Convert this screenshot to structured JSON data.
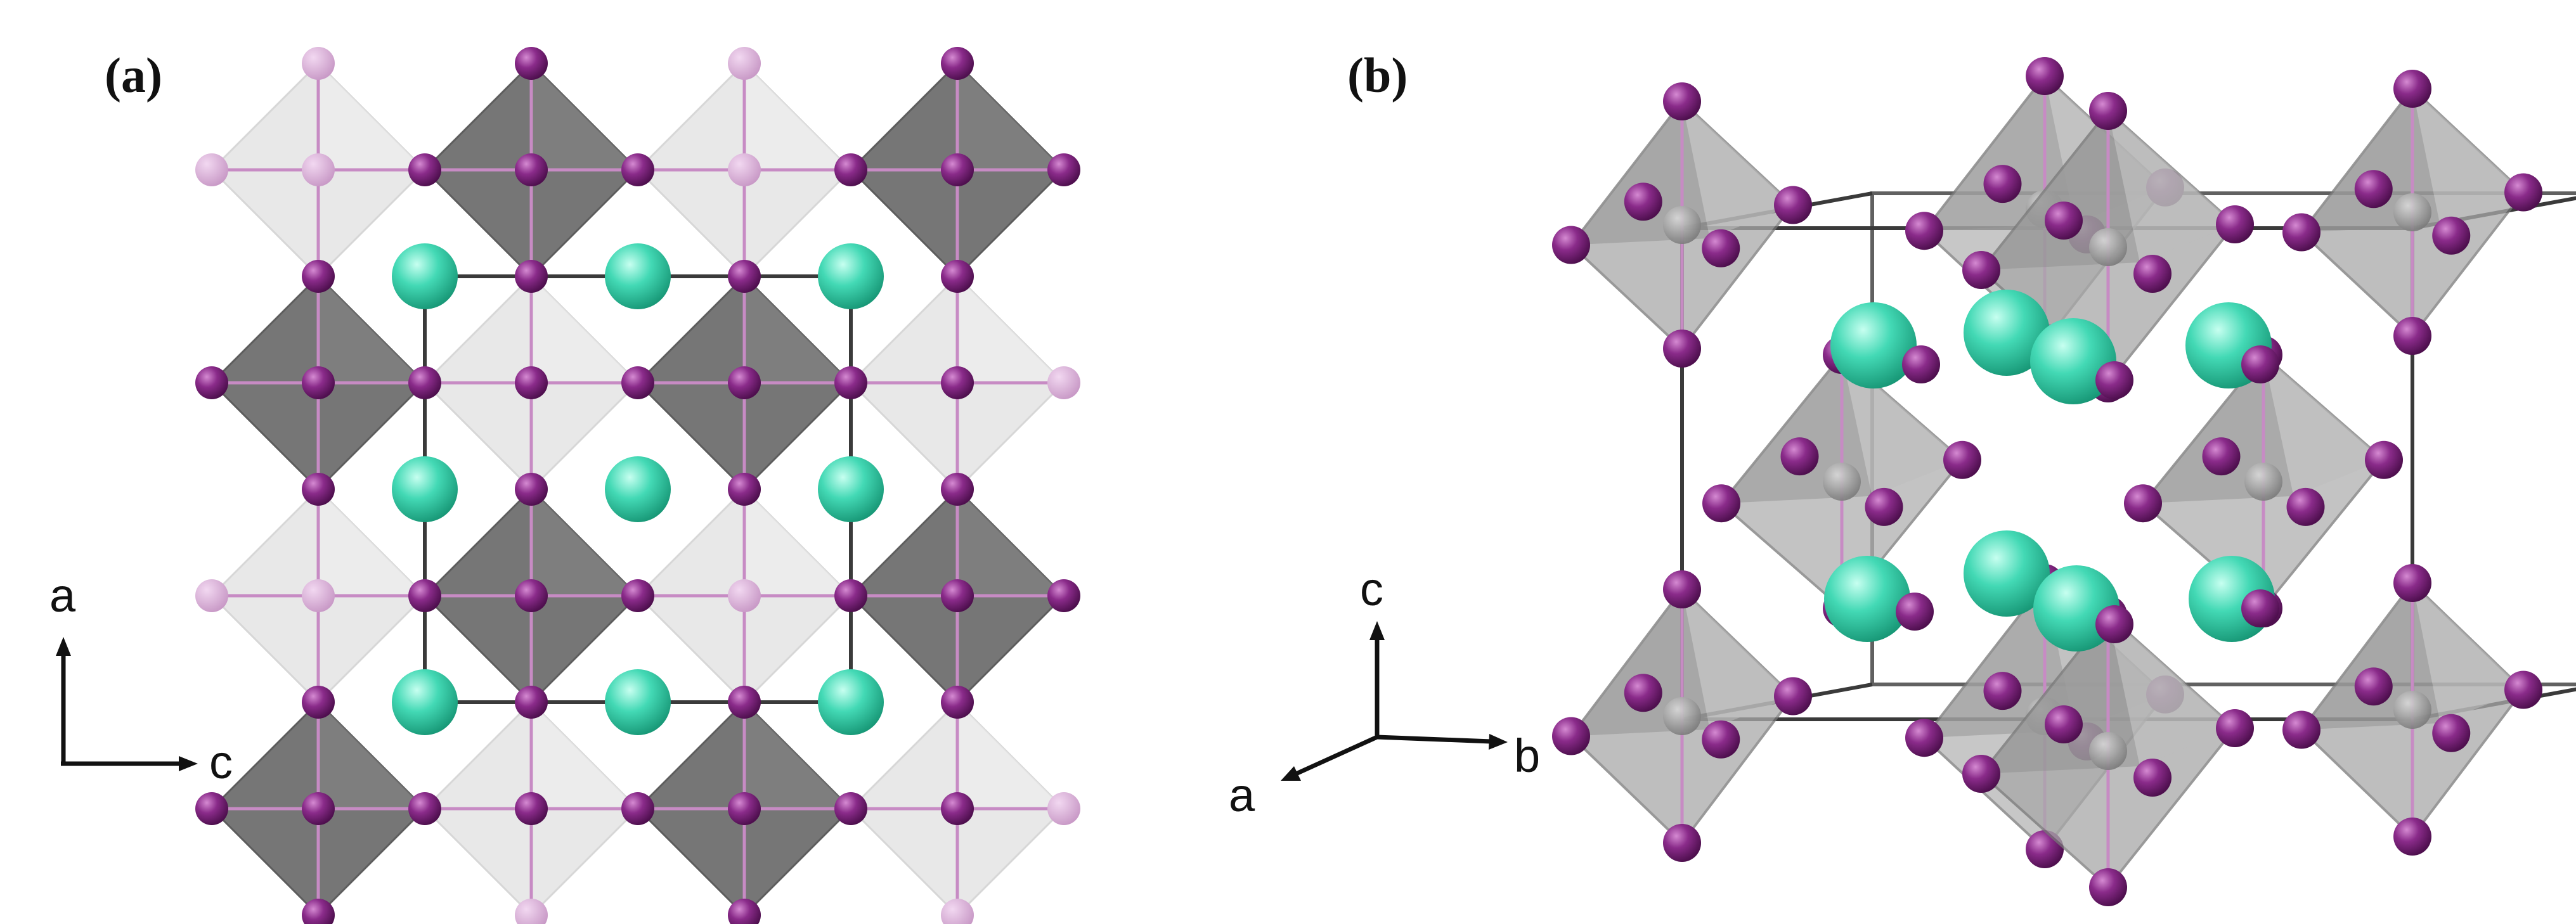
{
  "panels": [
    {
      "label": "(a)"
    },
    {
      "label": "(b)"
    }
  ],
  "axes_a": {
    "vertical": "a",
    "horizontal": "c"
  },
  "axes_b": {
    "up": "c",
    "left": "a",
    "right": "b"
  },
  "colors": {
    "iodide": "#7e1f7e",
    "cation": "#3fd6b0",
    "octahedron_dark": "#6f6f6f",
    "octahedron_light": "#e4e4e4",
    "cell_line": "#3a3a3a"
  }
}
